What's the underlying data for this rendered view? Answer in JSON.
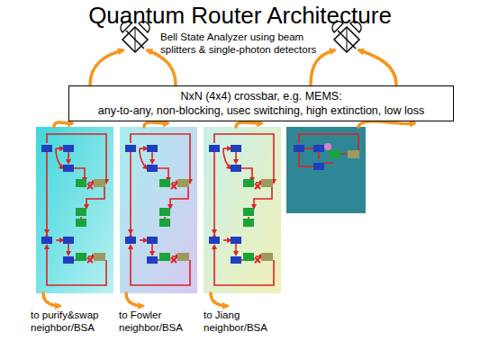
{
  "diagram": {
    "title": "Quantum Router Architecture",
    "nodes": [
      {
        "text": [
          "NxN (4x4) crossbar, e.g. MEMS:",
          "any-to-any, non-blocking, usec switching, high extinction, low loss"
        ]
      }
    ],
    "labels": [
      "Bell State Analyzer using beam splitters & single-photon detectors",
      "to purify&swap neighbor/BSA",
      "to Fowler neighbor/BSA",
      "to Jiang neighbor/BSA"
    ]
  }
}
